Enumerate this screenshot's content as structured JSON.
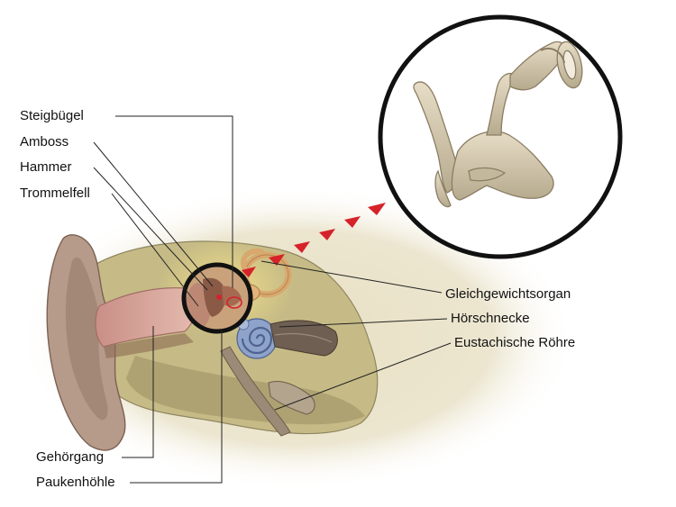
{
  "labels": {
    "stapes": "Steigbügel",
    "incus": "Amboss",
    "malleus": "Hammer",
    "eardrum": "Trommelfell",
    "vestibular": "Gleichgewichtsorgan",
    "cochlea": "Hörschnecke",
    "eustachian": "Eustachische Röhre",
    "ear_canal": "Gehörgang",
    "tympanic_cavity": "Paukenhöhle"
  },
  "colors": {
    "background_glow": "#ece5cc",
    "leader_line": "#222222",
    "arrow_red": "#d6222a",
    "bone": "#d8cdb4",
    "skin": "#b59888",
    "canal": "#d9a89c",
    "cochlea": "#8da2c8",
    "bone_tissue": "#c8bc84"
  }
}
